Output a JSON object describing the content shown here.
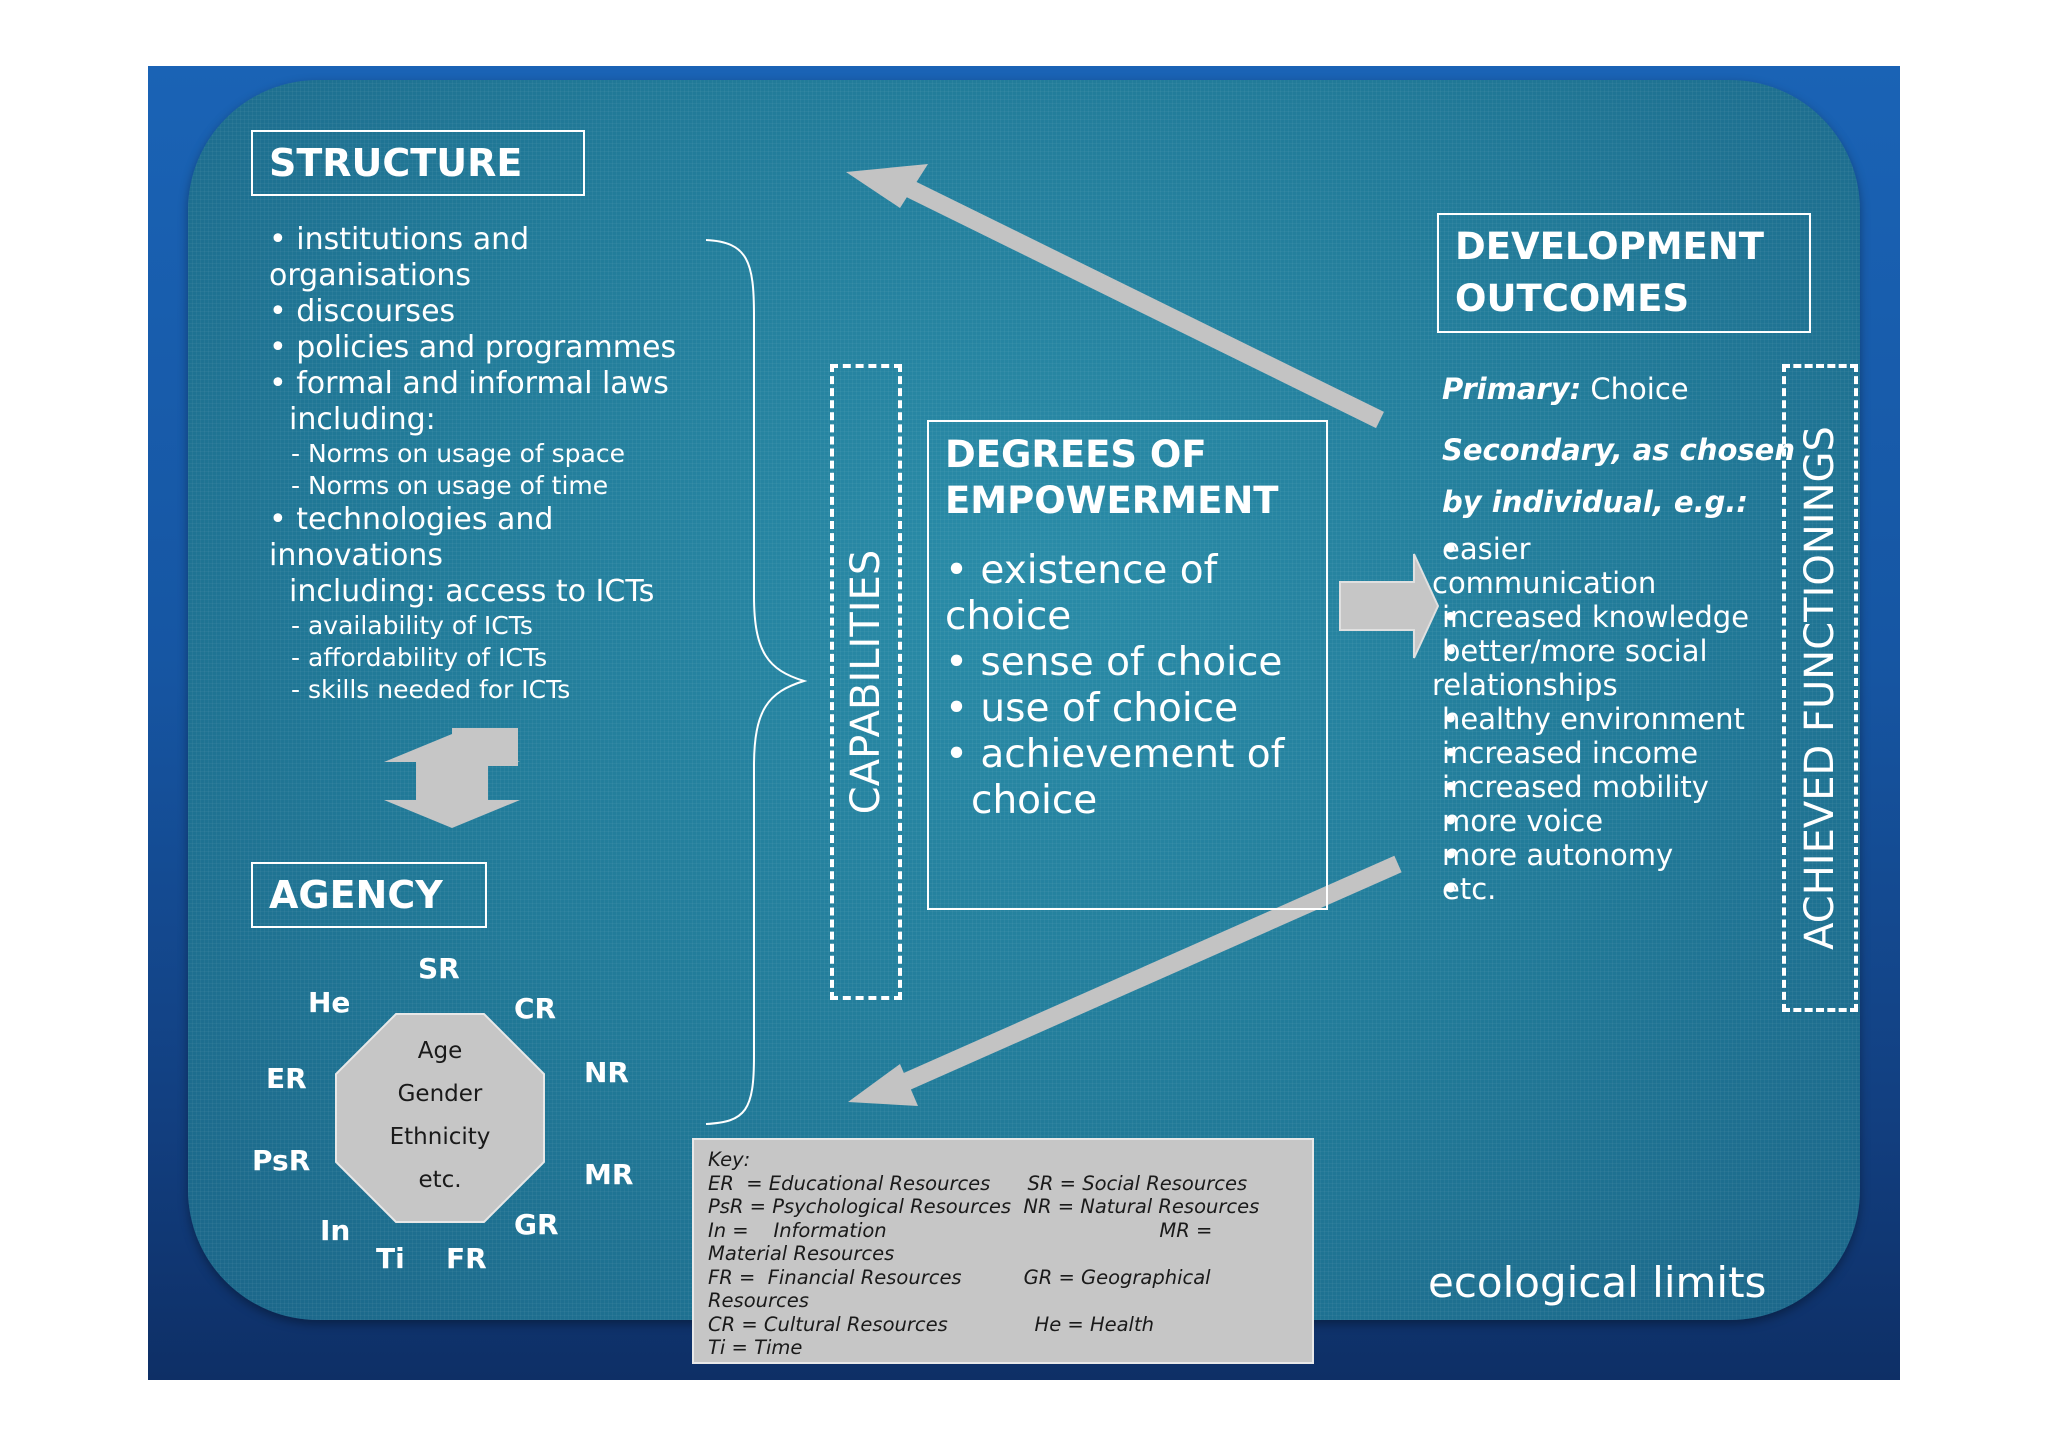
{
  "structure": {
    "title": "STRUCTURE",
    "items": [
      {
        "text": "• institutions and",
        "kind": "item"
      },
      {
        "text": "organisations",
        "kind": "item"
      },
      {
        "text": "• discourses",
        "kind": "item"
      },
      {
        "text": "• policies and programmes",
        "kind": "item"
      },
      {
        "text": "• formal and informal laws",
        "kind": "item"
      },
      {
        "text": "including:",
        "kind": "indent"
      },
      {
        "text": "- Norms on usage of space",
        "kind": "sub"
      },
      {
        "text": "- Norms on usage of time",
        "kind": "sub"
      },
      {
        "text": "• technologies and",
        "kind": "item"
      },
      {
        "text": "innovations",
        "kind": "item"
      },
      {
        "text": "including: access to ICTs",
        "kind": "indent"
      },
      {
        "text": "-  availability of ICTs",
        "kind": "sub"
      },
      {
        "text": "-  affordability of ICTs",
        "kind": "sub"
      },
      {
        "text": "-  skills needed for ICTs",
        "kind": "sub"
      }
    ]
  },
  "agency": {
    "title": "AGENCY",
    "octagon_lines": [
      "Age",
      "Gender",
      "Ethnicity",
      "etc."
    ],
    "resources": {
      "sr": "SR",
      "cr": "CR",
      "nr": "NR",
      "mr": "MR",
      "gr": "GR",
      "fr": "FR",
      "ti": "Ti",
      "in": "In",
      "psr": "PsR",
      "er": "ER",
      "he": "He"
    }
  },
  "capabilities": {
    "label": "CAPABILITIES"
  },
  "empowerment": {
    "title_line1": "DEGREES OF",
    "title_line2": "EMPOWERMENT",
    "items": [
      {
        "line1": "• existence of",
        "line2": "choice"
      },
      {
        "line1": "• sense of choice",
        "line2": ""
      },
      {
        "line1": "• use of choice",
        "line2": ""
      },
      {
        "line1": "• achievement of",
        "line2": "choice"
      }
    ]
  },
  "outcomes": {
    "title_line1": "DEVELOPMENT",
    "title_line2": "OUTCOMES",
    "primary_label": "Primary:",
    "primary_value": " Choice",
    "secondary_line1": "Secondary, as chosen",
    "secondary_line2": "by individual, e.g.:",
    "bullet": "•",
    "items": [
      {
        "line1": "easier",
        "line2": "communication"
      },
      {
        "line1": "increased knowledge",
        "line2": ""
      },
      {
        "line1": "better/more social",
        "line2": "relationships"
      },
      {
        "line1": "healthy environment",
        "line2": ""
      },
      {
        "line1": "increased income",
        "line2": ""
      },
      {
        "line1": "increased mobility",
        "line2": ""
      },
      {
        "line1": "more voice",
        "line2": ""
      },
      {
        "line1": "more autonomy",
        "line2": ""
      },
      {
        "line1": "etc.",
        "line2": ""
      }
    ]
  },
  "functionings": {
    "label": "ACHIEVED FUNCTIONINGS"
  },
  "ecological": {
    "label": "ecological limits"
  },
  "key": {
    "lines": [
      "Key:",
      "ER  = Educational Resources      SR = Social Resources",
      "PsR = Psychological Resources  NR = Natural Resources",
      "In =    Information                                            MR =",
      "Material Resources",
      "FR =  Financial Resources          GR = Geographical",
      "Resources",
      "CR = Cultural Resources              He = Health",
      "Ti = Time"
    ]
  }
}
